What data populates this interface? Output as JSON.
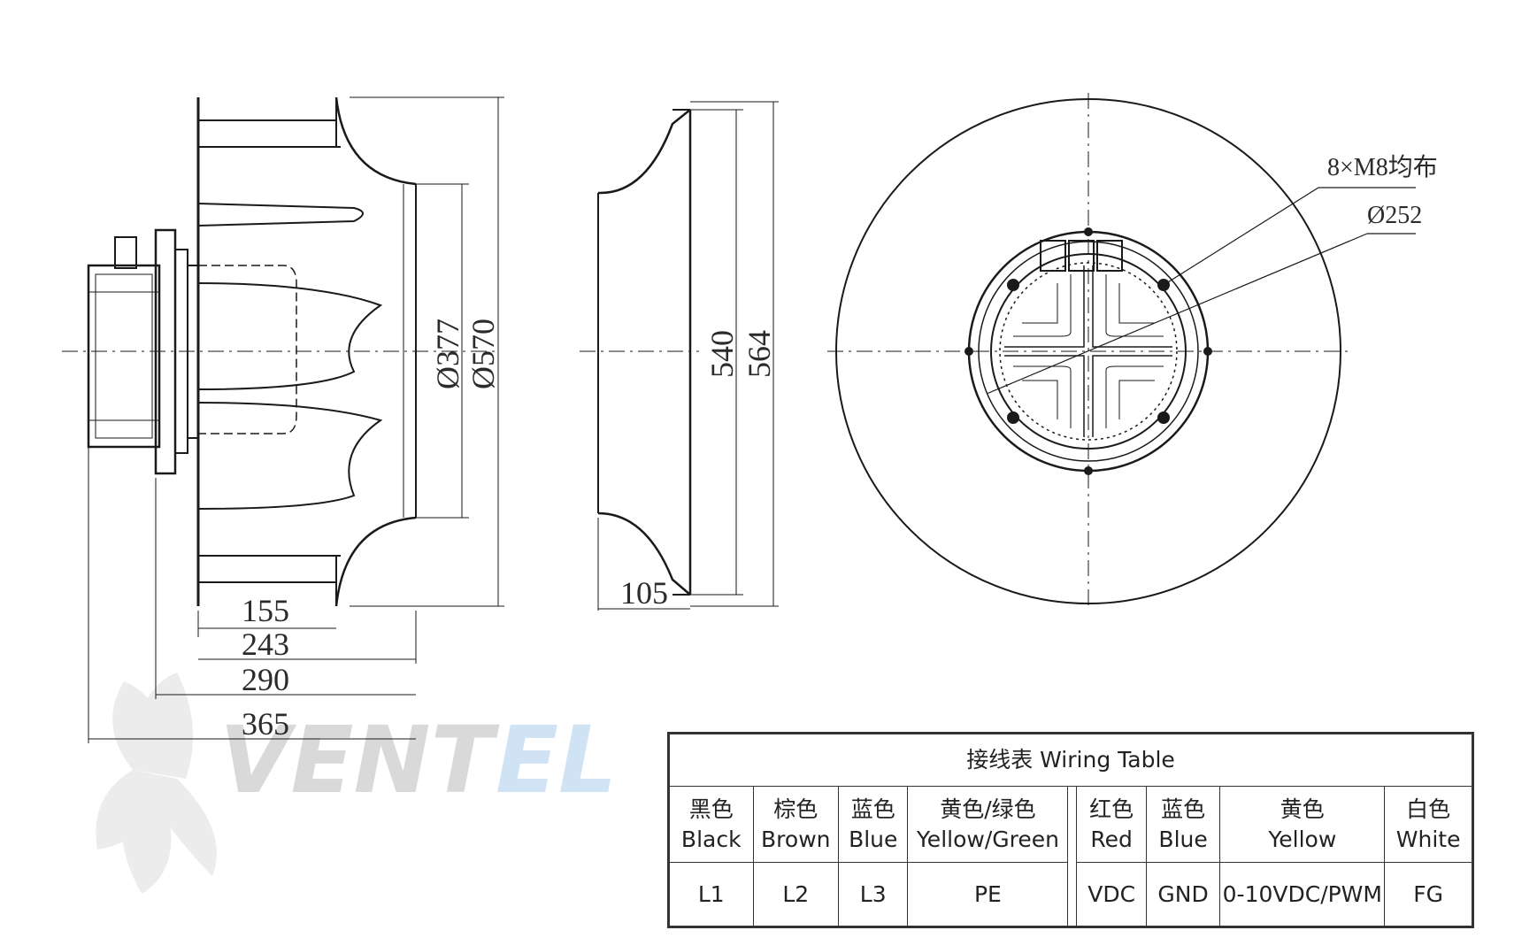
{
  "dimensions": {
    "d377": "Ø377",
    "d570": "Ø570",
    "d540": "540",
    "d564": "564",
    "d105": "105",
    "d155": "155",
    "d243": "243",
    "d290": "290",
    "d365": "365"
  },
  "annotations": {
    "bolts": "8×M8均布",
    "pcd": "Ø252"
  },
  "watermark": {
    "text_main": "VENT",
    "text_accent": "EL",
    "color_main": "#d9d9d9",
    "color_accent": "#cfe3f5"
  },
  "wiring_table": {
    "title": "接线表  Wiring Table",
    "columns": [
      {
        "cn": "黑色",
        "en": "Black",
        "value": "L1"
      },
      {
        "cn": "棕色",
        "en": "Brown",
        "value": "L2"
      },
      {
        "cn": "蓝色",
        "en": "Blue",
        "value": "L3"
      },
      {
        "cn": "黄色/绿色",
        "en": "Yellow/Green",
        "value": "PE"
      },
      {
        "cn": "红色",
        "en": "Red",
        "value": "VDC"
      },
      {
        "cn": "蓝色",
        "en": "Blue",
        "value": "GND"
      },
      {
        "cn": "黄色",
        "en": "Yellow",
        "value": "0-10VDC/PWM"
      },
      {
        "cn": "白色",
        "en": "White",
        "value": "FG"
      }
    ]
  }
}
